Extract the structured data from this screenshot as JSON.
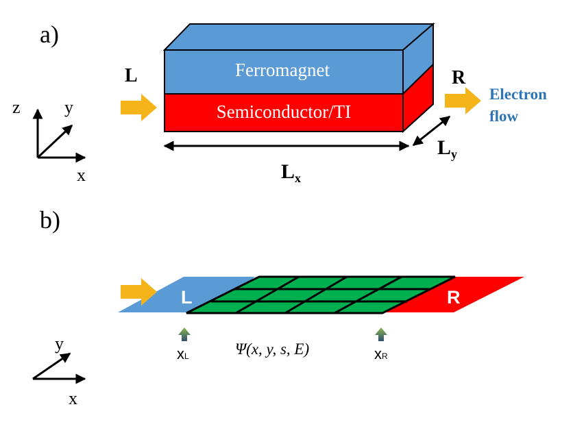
{
  "panel_a": {
    "label": "a)",
    "top_layer": "Ferromagnet",
    "bottom_layer": "Semiconductor/TI",
    "left_lead": "L",
    "right_lead": "R",
    "flow_line1": "Electron",
    "flow_line2": "flow",
    "dim_x": "L",
    "dim_x_sub": "x",
    "dim_y": "L",
    "dim_y_sub": "y",
    "axes": {
      "z": "z",
      "y": "y",
      "x": "x"
    }
  },
  "panel_b": {
    "label": "b)",
    "left_lead": "L",
    "right_lead": "R",
    "marker_left": "x",
    "marker_left_sub": "L",
    "marker_right": "x",
    "marker_right_sub": "R",
    "wavefunction": "Ψ(x, y, s, E)",
    "axes": {
      "y": "y",
      "x": "x"
    }
  },
  "colors": {
    "ferromagnet": "#5b9bd5",
    "semiconductor": "#ff0000",
    "lead_left": "#5b9bd5",
    "lead_right": "#ff0000",
    "grid": "#00b050",
    "arrow": "#f4b41a",
    "flow_text": "#2e75b6"
  },
  "icons": {
    "lead_arrow": "orange-right-arrow-icon",
    "position_marker": "green-up-arrow-icon"
  }
}
